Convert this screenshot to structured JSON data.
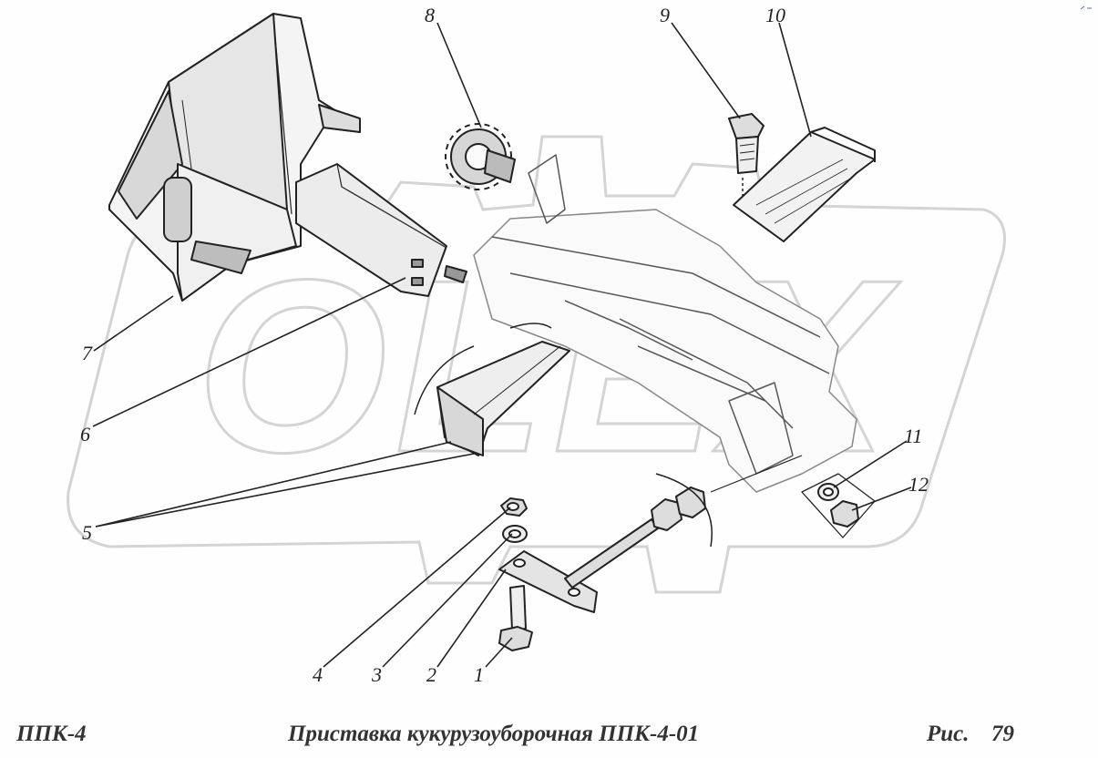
{
  "callouts": [
    {
      "id": "1",
      "label": "1"
    },
    {
      "id": "2",
      "label": "2"
    },
    {
      "id": "3",
      "label": "3"
    },
    {
      "id": "4",
      "label": "4"
    },
    {
      "id": "5",
      "label": "5"
    },
    {
      "id": "6",
      "label": "6"
    },
    {
      "id": "7",
      "label": "7"
    },
    {
      "id": "8",
      "label": "8"
    },
    {
      "id": "9",
      "label": "9"
    },
    {
      "id": "10",
      "label": "10"
    },
    {
      "id": "11",
      "label": "11"
    },
    {
      "id": "12",
      "label": "12"
    }
  ],
  "watermark": {
    "text": "OLEX"
  },
  "footer": {
    "model": "ППК-4",
    "title": "Приставка кукурузоуборочная ППК-4-01",
    "figure_prefix": "Рис.",
    "figure_number": "79"
  },
  "colors": {
    "ink": "#222222",
    "watermark": "#d4d4d4",
    "page": "#fefefe"
  }
}
